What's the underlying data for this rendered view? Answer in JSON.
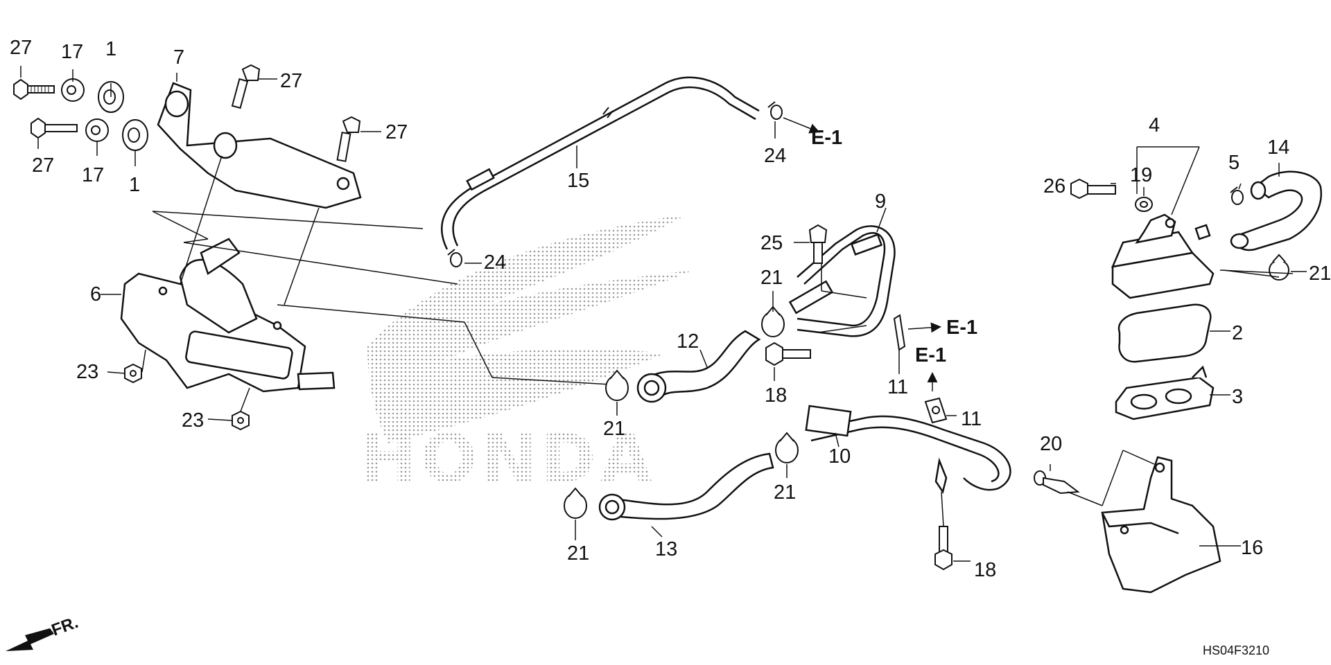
{
  "diagram": {
    "figure_code": "HS04F3210",
    "direction_label": "FR.",
    "watermark_text": "HONDA",
    "accent": "#111111",
    "watermark_color": "#9a9a9a"
  },
  "callouts": {
    "c27a": "27",
    "c17a": "17",
    "c1a": "1",
    "c7": "7",
    "c27b": "27",
    "c27c": "27",
    "c17b": "17",
    "c1b": "1",
    "c27d": "27",
    "c6": "6",
    "c23a": "23",
    "c23b": "23",
    "c15": "15",
    "c24a": "24",
    "c24b": "24",
    "c9": "9",
    "c25": "25",
    "c21a": "21",
    "c12": "12",
    "c18a": "18",
    "c11a": "11",
    "c21b": "21",
    "c10": "10",
    "c11b": "11",
    "c21c": "21",
    "c13": "13",
    "c21d": "21",
    "c18b": "18",
    "c4": "4",
    "c26": "26",
    "c19": "19",
    "c5": "5",
    "c14": "14",
    "c21e": "21",
    "c2": "2",
    "c3": "3",
    "c20": "20",
    "c16": "16"
  },
  "references": {
    "e1_top": "E-1",
    "e1_mid": "E-1",
    "e1_low": "E-1"
  }
}
